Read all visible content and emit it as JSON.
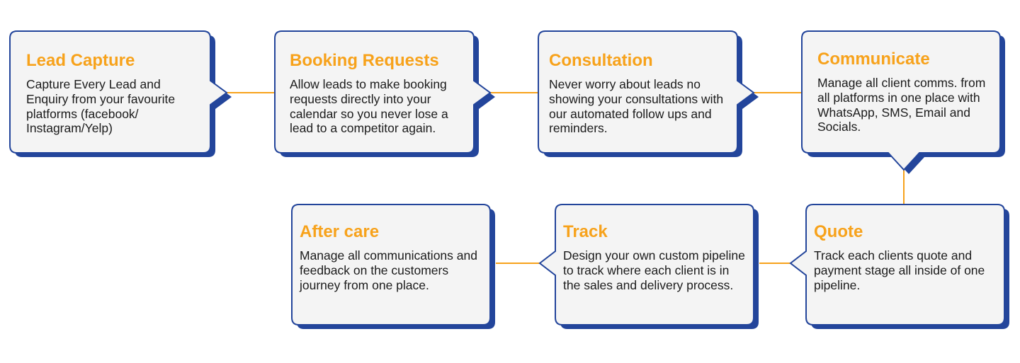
{
  "colors": {
    "title": "#F7A21B",
    "connector": "#F7A21B",
    "card_fill": "#F4F4F4",
    "card_border": "#23459B",
    "card_shadow": "#23459B",
    "text": "#1b1b1b"
  },
  "steps": [
    {
      "title": "Lead Capture",
      "description": "Capture Every Lead and Enquiry from your favourite platforms (facebook/ Instagram/Yelp)"
    },
    {
      "title": "Booking Requests",
      "description": "Allow leads to make booking requests directly into your calendar so you never lose a lead to a competitor again."
    },
    {
      "title": "Consultation",
      "description": "Never worry about leads no showing your consultations with our automated follow ups and reminders."
    },
    {
      "title": "Communicate",
      "description": "Manage all client comms. from all platforms in one place with WhatsApp, SMS, Email and Socials."
    },
    {
      "title": "Quote",
      "description": "Track each clients quote and payment stage all inside of one pipeline."
    },
    {
      "title": "Track",
      "description": "Design your own custom pipeline to track where each client is in the sales and delivery process."
    },
    {
      "title": "After care",
      "description": "Manage all communications and feedback on the customers journey from one place."
    }
  ]
}
